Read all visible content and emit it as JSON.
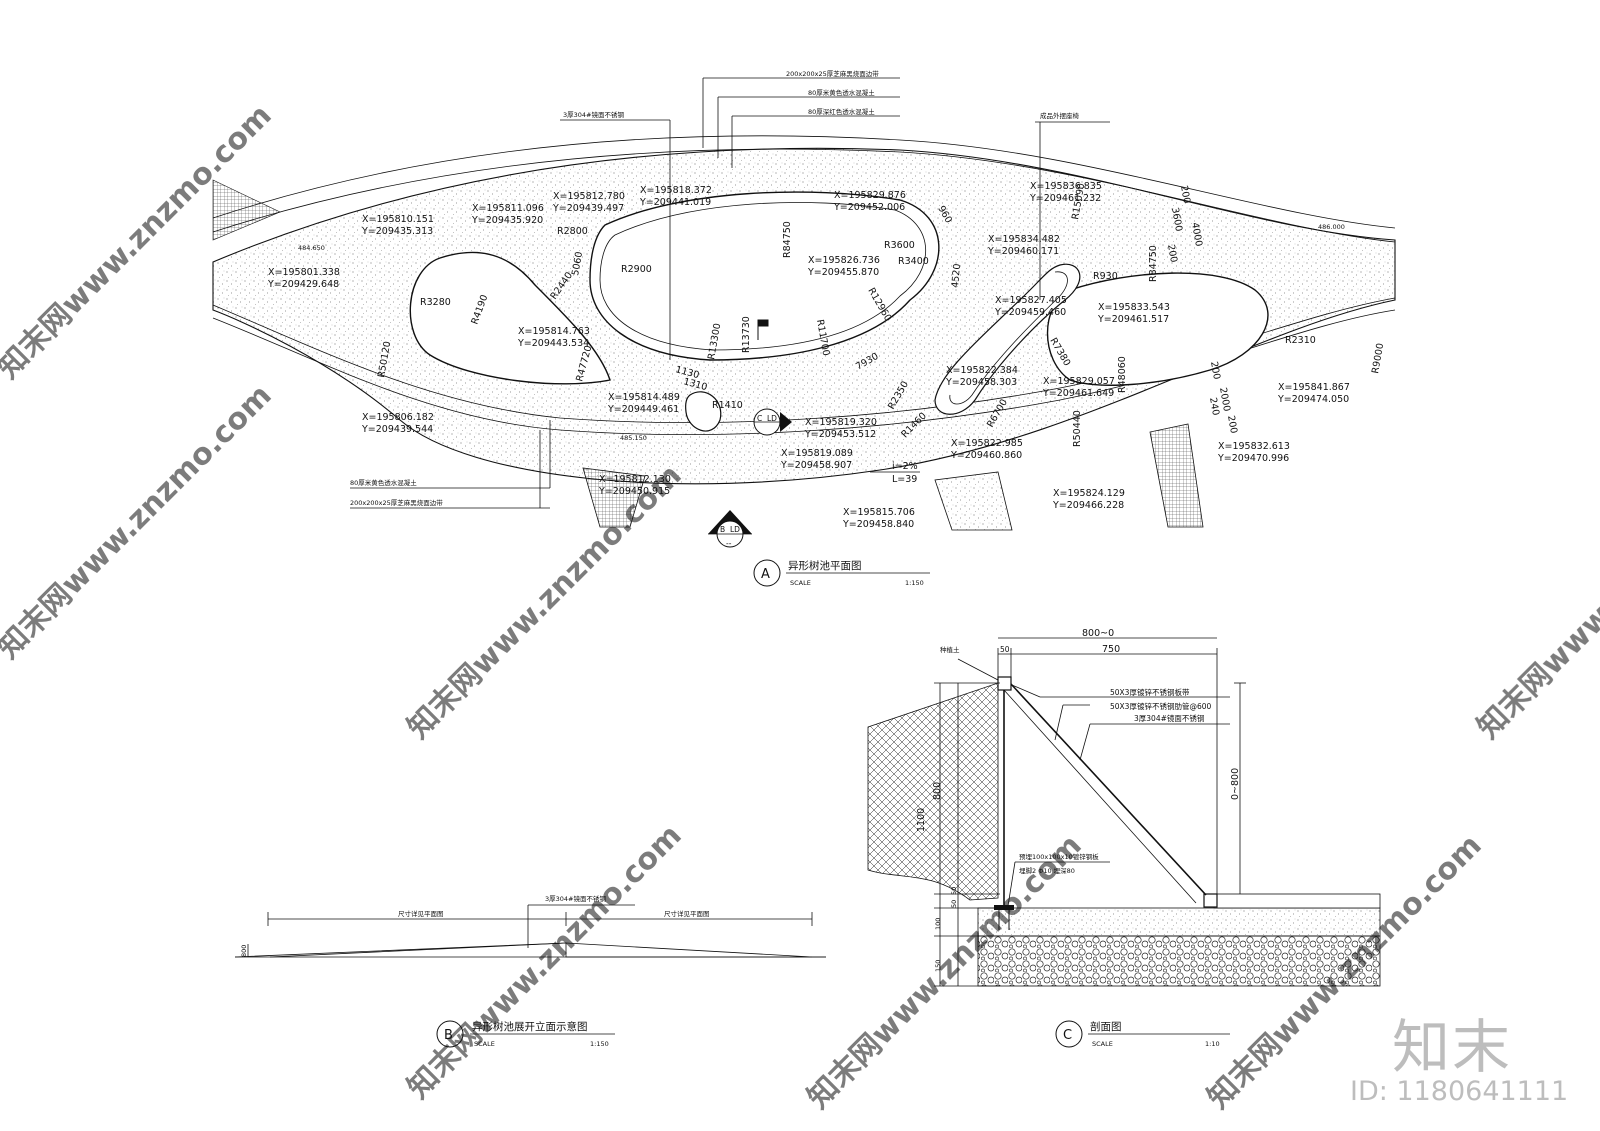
{
  "plan": {
    "notes": {
      "edge_top": "200x200x25厚芝麻黑烧面边带",
      "yellow_top": "80厚米黄色透水混凝土",
      "red_top": "80厚深红色透水混凝土",
      "steel": "3厚304#镜面不锈钢",
      "seat": "成品外摆座椅",
      "yellow_bottom": "80厚米黄色透水混凝土",
      "edge_bottom": "200x200x25厚芝麻黑烧面边带"
    },
    "coords": [
      [
        "X=195810.151",
        "Y=209435.313"
      ],
      [
        "X=195811.096",
        "Y=209435.920"
      ],
      [
        "X=195812.780",
        "Y=209439.497"
      ],
      [
        "X=195818.372",
        "Y=209441.019"
      ],
      [
        "X=195829.876",
        "Y=209452.006"
      ],
      [
        "X=195836.835",
        "Y=209461.232"
      ],
      [
        "X=195801.338",
        "Y=209429.648"
      ],
      [
        "X=195834.482",
        "Y=209460.171"
      ],
      [
        "X=195826.736",
        "Y=209455.870"
      ],
      [
        "X=195827.405",
        "Y=209459.460"
      ],
      [
        "X=195833.543",
        "Y=209461.517"
      ],
      [
        "X=195814.763",
        "Y=209443.534"
      ],
      [
        "X=195822.384",
        "Y=209458.303"
      ],
      [
        "X=195829.057",
        "Y=209461.649"
      ],
      [
        "X=195841.867",
        "Y=209474.050"
      ],
      [
        "X=195806.182",
        "Y=209439.544"
      ],
      [
        "X=195814.489",
        "Y=209449.461"
      ],
      [
        "X=195819.320",
        "Y=209453.512"
      ],
      [
        "X=195819.089",
        "Y=209458.907"
      ],
      [
        "X=195822.985",
        "Y=209460.860"
      ],
      [
        "X=195832.613",
        "Y=209470.996"
      ],
      [
        "X=195812.130",
        "Y=209450.915"
      ],
      [
        "X=195824.129",
        "Y=209466.228"
      ],
      [
        "X=195815.706",
        "Y=209458.840"
      ]
    ],
    "radii": [
      "R2800",
      "R2900",
      "R84750",
      "R3600",
      "R3400",
      "R12960",
      "R15090",
      "R84750",
      "R930",
      "R3280",
      "R4190",
      "R13300",
      "R13730",
      "R11700",
      "R2440",
      "R7380",
      "R2310",
      "R50120",
      "R47720",
      "R1410",
      "R2350",
      "R1460",
      "R6700",
      "R48060",
      "R50440",
      "R9000"
    ],
    "dims": [
      "5060",
      "4520",
      "960",
      "1130",
      "1310",
      "7930",
      "200",
      "3600",
      "4000",
      "200",
      "200",
      "2000",
      "240",
      "200",
      "i=2%",
      "L=39"
    ],
    "levels": [
      "484.650",
      "485.150",
      "486.000"
    ],
    "callout_c": [
      "C",
      "LD"
    ],
    "callout_b": [
      "B",
      "LD"
    ],
    "callout_b_dash": "--"
  },
  "titles": {
    "a": {
      "letter": "A",
      "name": "异形树池平面图",
      "scale_label": "SCALE",
      "scale": "1:150"
    },
    "b": {
      "letter": "B",
      "name": "异形树池展开立面示意图",
      "scale_label": "SCALE",
      "scale": "1:150"
    },
    "c": {
      "letter": "C",
      "name": "剖面图",
      "scale_label": "SCALE",
      "scale": "1:10"
    }
  },
  "elevation": {
    "note": "3厚304#镜面不锈钢",
    "left_dim": "尺寸详见平面图",
    "right_dim": "尺寸详见平面图",
    "height": "800"
  },
  "section": {
    "soil": "种植土",
    "notes": [
      "50X3厚镀锌不锈钢板带",
      "50X3厚镀锌不锈钢肋管@600",
      "3厚304#镜面不锈钢"
    ],
    "embed": [
      "预埋100x100x10镀锌钢板",
      "埋脚2 Φ10  埋深80"
    ],
    "top_dims": [
      "800~0",
      "50",
      "750"
    ],
    "vertical": [
      "1100",
      "800",
      "50",
      "50",
      "100",
      "150",
      "0~800"
    ]
  },
  "watermark": {
    "text": "知末网www.znzmo.com",
    "brand": "知末",
    "id": "ID: 1180641111"
  }
}
